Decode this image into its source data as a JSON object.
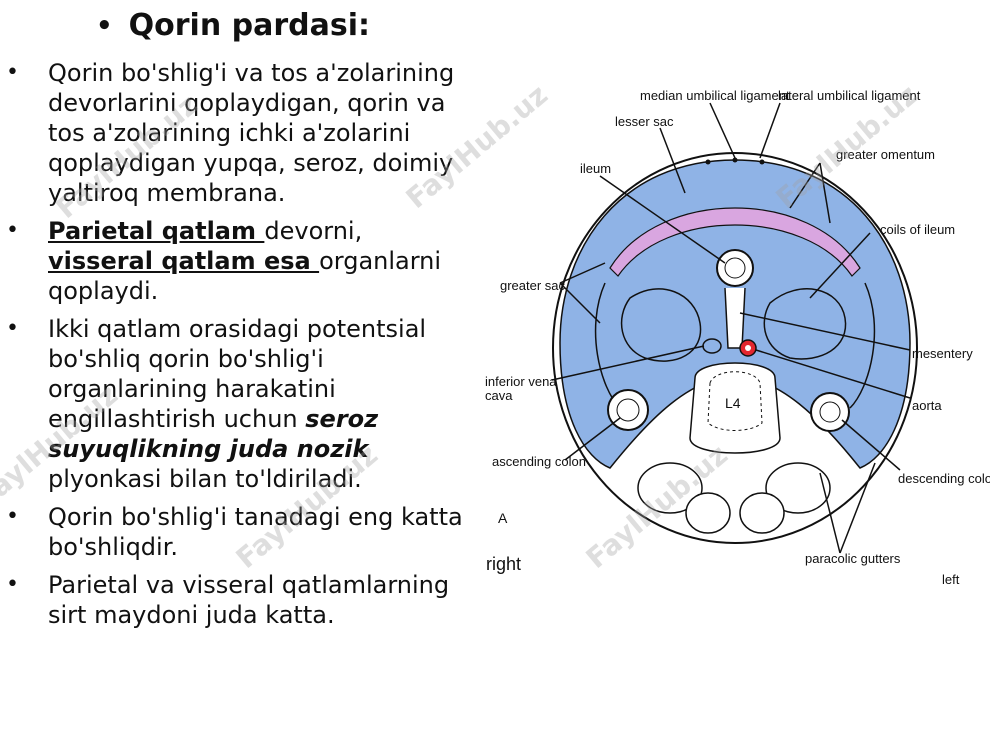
{
  "slide": {
    "title": "Qorin pardasi:",
    "bullets": [
      {
        "text": "Qorin bo'shlig'i va tos a'zolarining devorlarini qoplaydigan, qorin va tos a'zolarining ichki a'zolarini qoplaydigan yupqa, seroz, doimiy yaltiroq membrana."
      },
      {
        "u1": "Parietal qatlam ",
        "t1": "devorni, ",
        "u2": "visseral qatlam esa ",
        "t2": "organlarni qoplaydi."
      },
      {
        "t1": "Ikki qatlam orasidagi potentsial bo'shliq qorin bo'shlig'i organlarining harakatini engillashtirish uchun ",
        "bi": "seroz suyuqlikning juda nozik",
        "t2": " plyonkasi bilan to'ldiriladi."
      },
      {
        "text": "Qorin bo'shlig'i tanadagi eng katta bo'shliqdir."
      },
      {
        "text": "Parietal va visseral qatlamlarning sirt maydoni juda katta."
      }
    ]
  },
  "figure": {
    "labels": {
      "median_umbilical": "median umbilical ligament",
      "lateral_umbilical": "lateral umbilical ligament",
      "lesser_sac": "lesser sac",
      "greater_omentum": "greater omentum",
      "ileum": "ileum",
      "coils_of_ileum": "coils of ileum",
      "greater_sac": "greater sac",
      "mesentery": "mesentery",
      "inferior_vena_cava_1": "inferior vena",
      "inferior_vena_cava_2": "cava",
      "aorta": "aorta",
      "l4": "L4",
      "ascending_colon": "ascending colon",
      "descending_colon": "descending colon",
      "panel_a": "A",
      "right": "right",
      "paracolic_gutters": "paracolic gutters",
      "left": "left"
    },
    "colors": {
      "cavity": "#8fb3e6",
      "omentum": "#d9a6e0",
      "aorta": "#e3262e",
      "outline": "#111111"
    }
  },
  "watermark": "FaylHub.uz"
}
